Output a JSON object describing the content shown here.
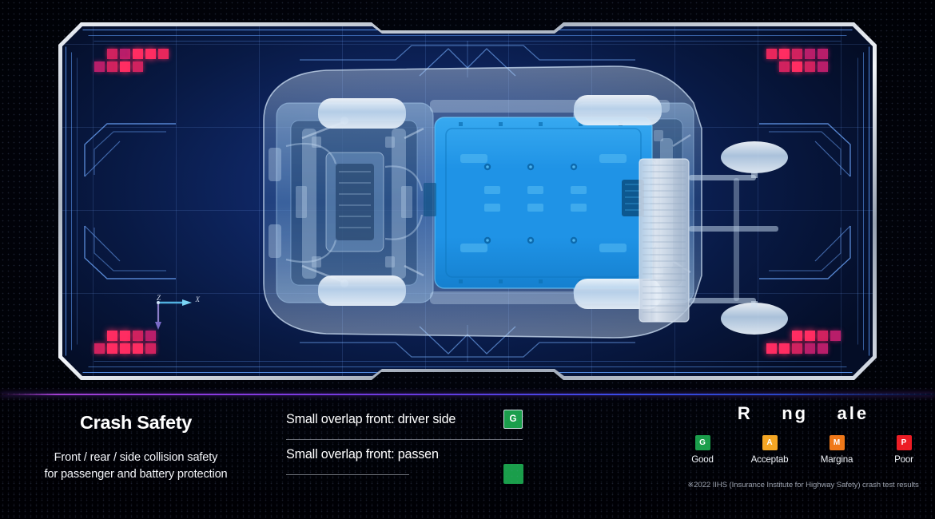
{
  "hud": {
    "axis_gizmo": {
      "z_label": "Z",
      "x_label": "X",
      "name": "axis-gizmo"
    },
    "vehicle_view": "vehicle-underbody-xray-top-view",
    "barrier": "deformable-crash-barrier",
    "battery_pack": "high-voltage-battery-pack",
    "accent_blue": "#60a0ff",
    "battery_blue": "#2196e8",
    "pixel_pink": "#e8275c",
    "frame_chrome": "#e8ecf2"
  },
  "bottom": {
    "title": "Crash Safety",
    "subtitle_line1": "Front / rear / side collision safety",
    "subtitle_line2": "for passenger and battery protection",
    "criteria": [
      {
        "label": "Small overlap front: driver side",
        "rating_letter": "G",
        "rating_color": "#1a9e4b",
        "outlined": true
      },
      {
        "label": "Small overlap front: passen",
        "rating_letter": "",
        "rating_color": "#1a9e4b",
        "outlined": false
      }
    ],
    "rating_scale": {
      "title": "R    ng    ale",
      "items": [
        {
          "letter": "G",
          "name": "Good",
          "color": "#1a9e4b"
        },
        {
          "letter": "A",
          "name": "Acceptab",
          "color": "#f5a623"
        },
        {
          "letter": "M",
          "name": "Margina",
          "color": "#f07818"
        },
        {
          "letter": "P",
          "name": "Poor",
          "color": "#ed1c24"
        }
      ],
      "footnote": "※2022 IIHS (Insurance Institute for Highway Safety) crash test results"
    }
  },
  "divider": {
    "color_left": "#a23fd0",
    "color_right": "#2a46c8"
  }
}
